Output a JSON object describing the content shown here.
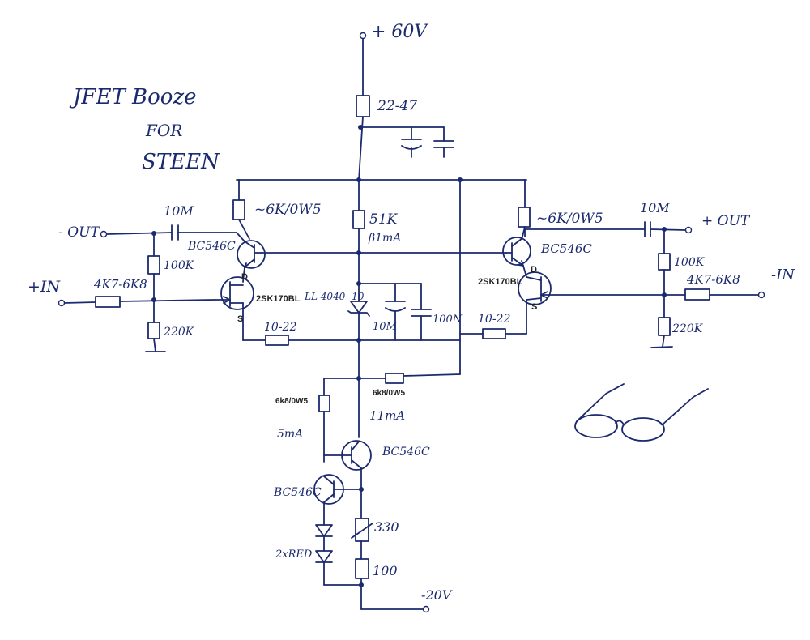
{
  "title": {
    "line1": "JFET Booze",
    "line2": "FOR",
    "line3": "STEEN"
  },
  "supply": {
    "positive": "+ 60V",
    "negative": "-20V"
  },
  "terminals": {
    "neg_out": "- OUT",
    "pos_out": "+ OUT",
    "pos_in": "+IN",
    "neg_in": "-IN"
  },
  "components": {
    "r_supply": "22-47",
    "r_load_left": "~6K/0W5",
    "r_load_right": "~6K/0W5",
    "r_mid": "51K",
    "mid_current": "β1mA",
    "cap_out_left": "10M",
    "cap_out_right": "10M",
    "r_bias_left": "100K",
    "r_bias_right": "100K",
    "r_in_left": "4K7-6K8",
    "r_in_right": "4K7-6K8",
    "r_gnd_left": "220K",
    "r_gnd_right": "220K",
    "bjt_left": "BC546C",
    "bjt_right": "BC546C",
    "jfet_left": "2SK170BL",
    "jfet_right": "2SK170BL",
    "pin_d": "D",
    "pin_s": "S",
    "zener": "LL 4040 -10",
    "cap_mid": "10M",
    "cap_100n": "100N",
    "r_source_left": "10-22",
    "r_source_right": "10-22",
    "r_tail_right": "6k8/0W5",
    "r_tail_left": "6k8/0W5",
    "current_11": "11mA",
    "current_5": "5mA",
    "bjt_ccs_upper": "BC546C",
    "bjt_ccs_lower": "BC546C",
    "leds": "2xRED",
    "r_330": "330",
    "r_100": "100"
  }
}
